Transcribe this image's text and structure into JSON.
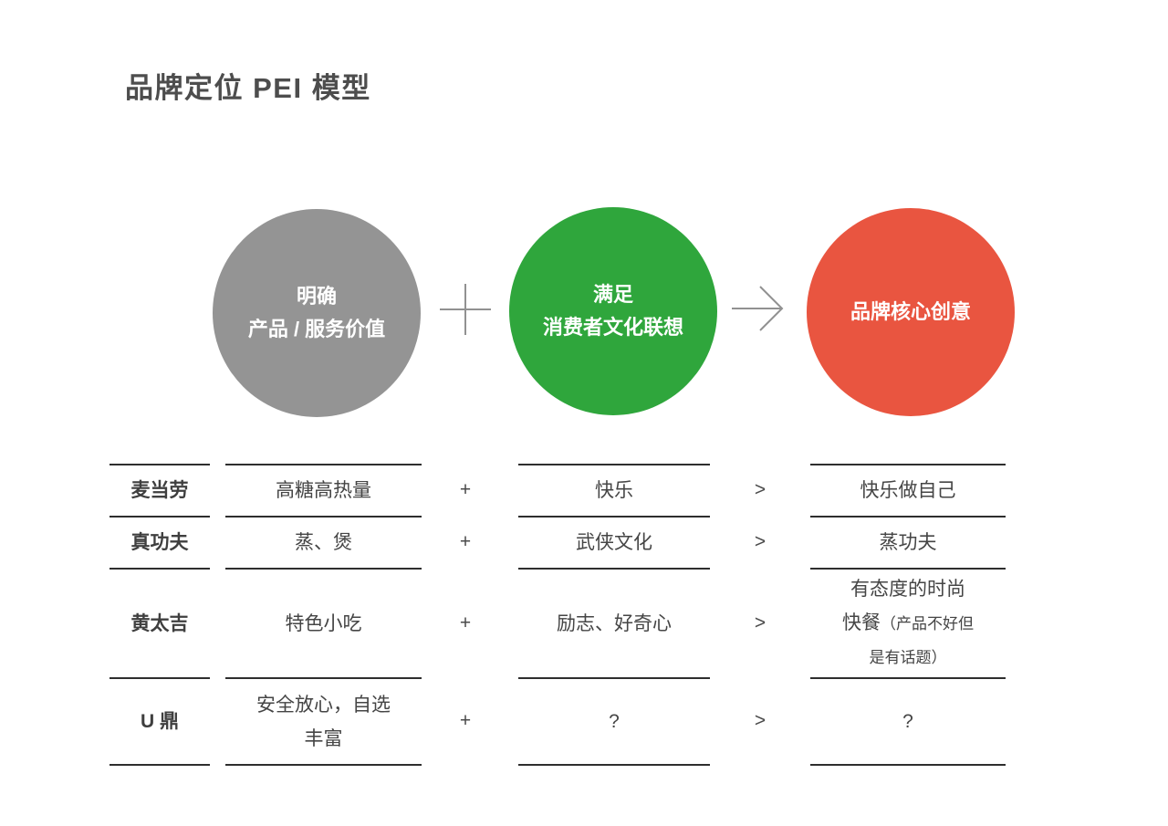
{
  "title": "品牌定位 PEI 模型",
  "colors": {
    "step1_circle": "#949494",
    "step2_circle": "#2fa63c",
    "step3_circle": "#e95540",
    "connector": "#919191",
    "table_line": "#2e2e2e"
  },
  "model": {
    "step1": {
      "line1": "明确",
      "line2": "产品 / 服务价值"
    },
    "plus": "+",
    "step2": {
      "line1": "满足",
      "line2": "消费者文化联想"
    },
    "step3": {
      "line1": "品牌核心创意"
    }
  },
  "table": {
    "plus": "+",
    "greater": ">",
    "rows": [
      {
        "brand": "麦当劳",
        "value": "高糖高热量",
        "culture": "快乐",
        "idea": "快乐做自己"
      },
      {
        "brand": "真功夫",
        "value": "蒸、煲",
        "culture": "武侠文化",
        "idea": "蒸功夫"
      },
      {
        "brand": "黄太吉",
        "value": "特色小吃",
        "culture": "励志、好奇心",
        "idea_line1": "有态度的时尚",
        "idea_line2_big": "快餐",
        "idea_line2_small": "（产品不好但",
        "idea_line3_small": "是有话题）"
      },
      {
        "brand": "U 鼎",
        "value_line1": "安全放心，自选",
        "value_line2": "丰富",
        "culture": "?",
        "idea": "?"
      }
    ]
  }
}
